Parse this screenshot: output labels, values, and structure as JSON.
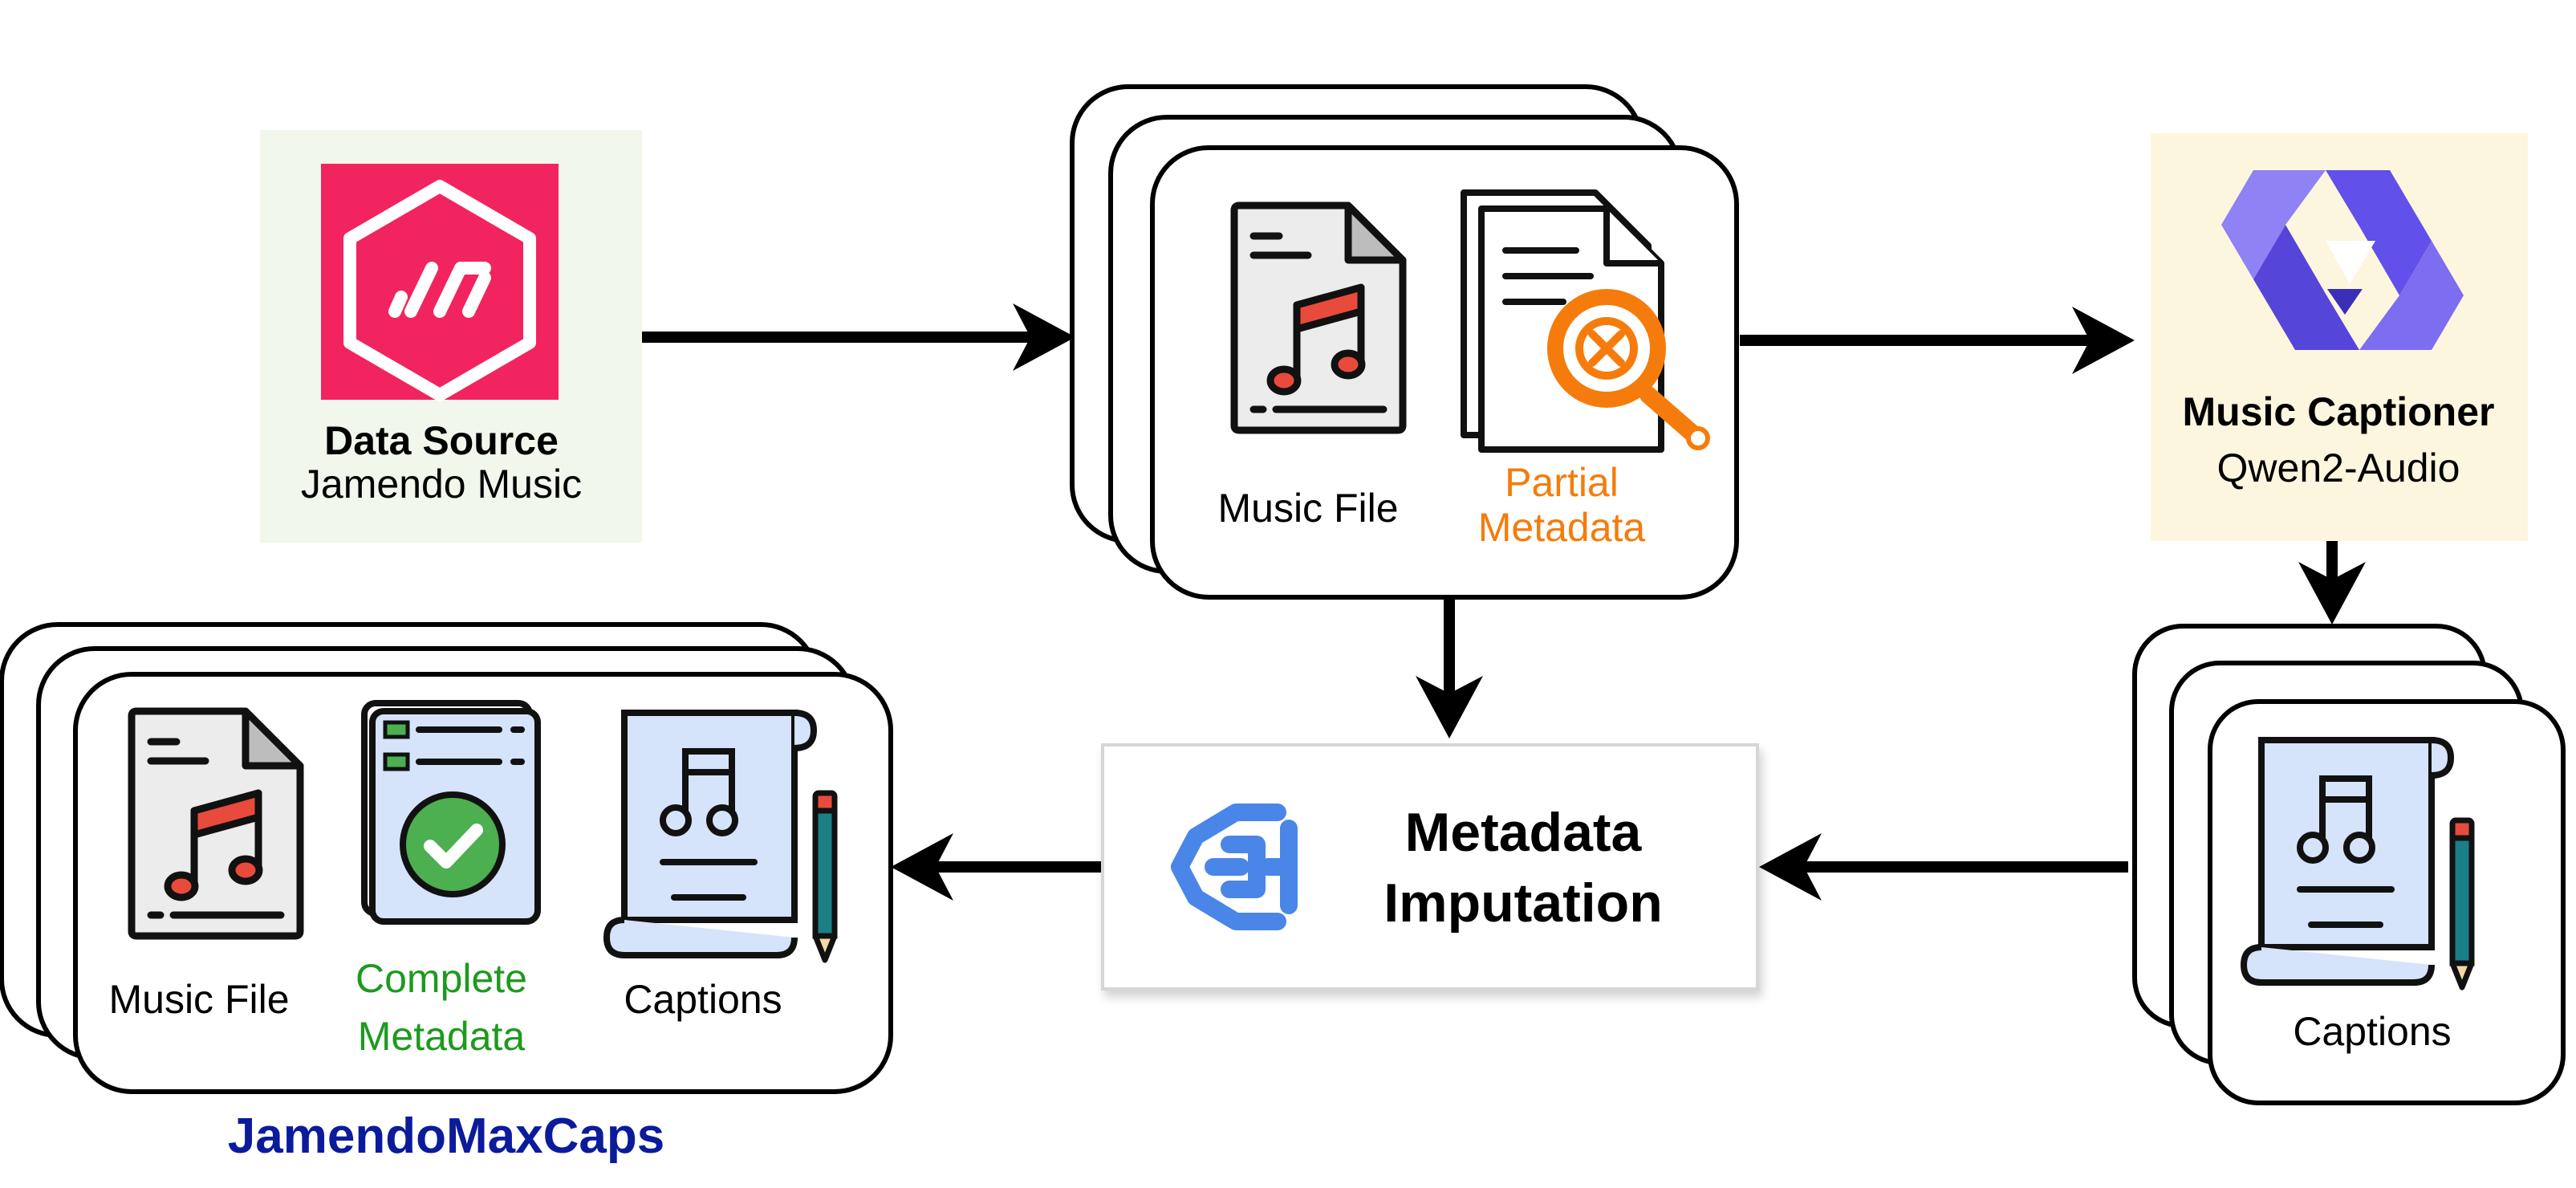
{
  "source": {
    "title": "Data Source",
    "subtitle": "Jamendo Music"
  },
  "input_files": {
    "music_file_label": "Music File",
    "partial_metadata_line1": "Partial",
    "partial_metadata_line2": "Metadata"
  },
  "captioner": {
    "title": "Music Captioner",
    "model": "Qwen2-Audio"
  },
  "generated_captions": {
    "label": "Captions"
  },
  "imputation": {
    "line1": "Metadata",
    "line2": "Imputation"
  },
  "output": {
    "music_file_label": "Music File",
    "complete_metadata_line1": "Complete",
    "complete_metadata_line2": "Metadata",
    "captions_label": "Captions",
    "dataset_name": "JamendoMaxCaps"
  },
  "colors": {
    "source_bg": "#f1f7ea",
    "jamendo_red": "#f2245f",
    "captioner_bg": "#fdf6df",
    "qwen_purple": "#6150ea",
    "partial_orange": "#f57c0c",
    "complete_green": "#1d9a1d",
    "dataset_blue": "#0b1b9c",
    "brain_blue": "#4a86e8",
    "note_red": "#e84b3c"
  },
  "icons": [
    "jamendo-logo-icon",
    "music-file-icon",
    "partial-metadata-icon",
    "qwen-logo-icon",
    "captions-scroll-icon",
    "brain-icon",
    "complete-metadata-icon"
  ]
}
